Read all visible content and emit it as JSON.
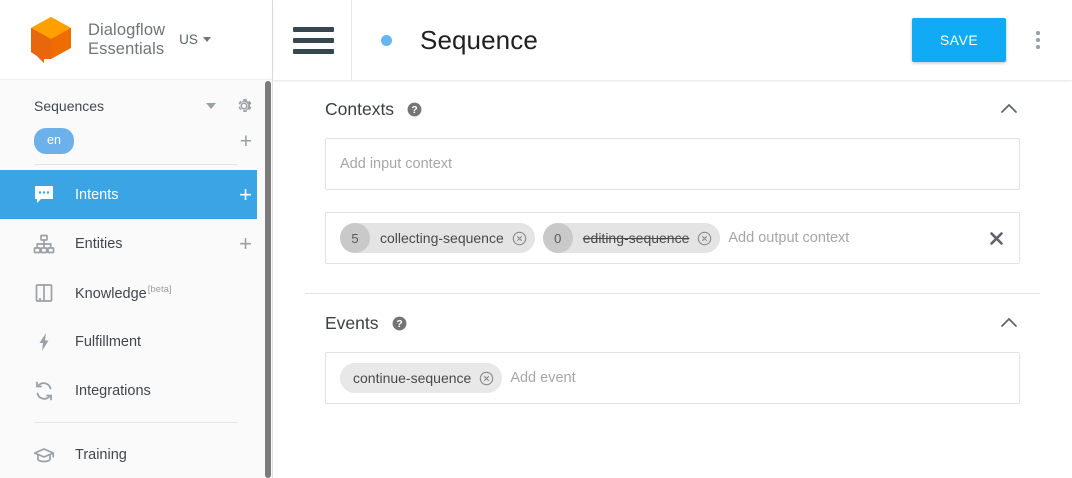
{
  "brand": {
    "logo_icon": "dialogflow-cube-logo",
    "name": "Dialogflow\nEssentials",
    "region": "US",
    "region_caret_icon": "caret-down-icon",
    "logo_color": "#ef6c00",
    "logo_top_color": "#ffa000"
  },
  "sidebar": {
    "agent": {
      "name": "Sequences",
      "caret_icon": "caret-down-icon",
      "settings_icon": "gear-icon"
    },
    "language": {
      "code": "en",
      "chip_color": "#6cb1e9",
      "add_icon": "plus-icon"
    },
    "items": [
      {
        "label": "Intents",
        "icon": "intents-speech-bubble-icon",
        "active": true,
        "add_icon": "plus-icon",
        "beta": ""
      },
      {
        "label": "Entities",
        "icon": "entities-hierarchy-icon",
        "active": false,
        "add_icon": "plus-icon",
        "beta": ""
      },
      {
        "label": "Knowledge",
        "icon": "knowledge-book-icon",
        "active": false,
        "add_icon": "",
        "beta": "[beta]"
      },
      {
        "label": "Fulfillment",
        "icon": "fulfillment-bolt-icon",
        "active": false,
        "add_icon": "",
        "beta": ""
      },
      {
        "label": "Integrations",
        "icon": "integrations-refresh-icon",
        "active": false,
        "add_icon": "",
        "beta": ""
      },
      {
        "label": "Training",
        "icon": "training-graduation-cap-icon",
        "active": false,
        "add_icon": "",
        "beta": ""
      }
    ],
    "active_color": "#3aa4e4",
    "scrollbar_icon": "vertical-scrollbar-thumb"
  },
  "topbar": {
    "menu_icon": "hamburger-menu-icon",
    "status_dot_icon": "status-dot-icon",
    "status_dot_color": "#64b5f0",
    "title": "Sequence",
    "save_label": "SAVE",
    "save_color": "#11aaf4",
    "overflow_icon": "kebab-menu-icon"
  },
  "contexts": {
    "title": "Contexts",
    "help_icon": "help-circle-icon",
    "collapse_icon": "chevron-up-icon",
    "input_placeholder": "Add input context",
    "output_placeholder": "Add output context",
    "clear_icon": "close-x-icon",
    "output_chips": [
      {
        "count": "5",
        "name": "collecting-sequence",
        "struck": false,
        "remove_icon": "chip-remove-icon"
      },
      {
        "count": "0",
        "name": "editing-sequence",
        "struck": true,
        "remove_icon": "chip-remove-icon"
      }
    ]
  },
  "events": {
    "title": "Events",
    "help_icon": "help-circle-icon",
    "collapse_icon": "chevron-up-icon",
    "placeholder": "Add event",
    "chips": [
      {
        "name": "continue-sequence",
        "remove_icon": "chip-remove-icon"
      }
    ]
  }
}
